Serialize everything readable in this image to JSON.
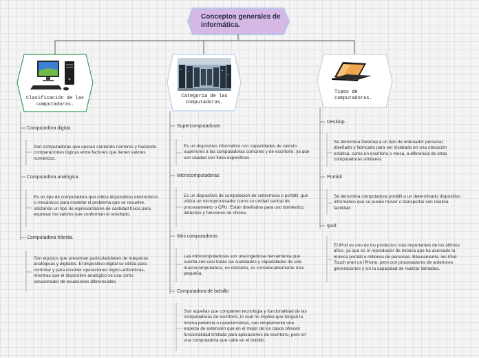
{
  "title": "Conceptos generales de informática.",
  "categories": [
    {
      "label": "Clasificación de las computadoras.",
      "image_icon": "desktop-computer-icon",
      "items": [
        {
          "label": "Computadora digital.",
          "description": "Son computadoras que operan contando números y haciendo comparaciones lógicas entre factores que tienen valores numéricos."
        },
        {
          "label": "Computadora analógica.",
          "description": "Es un tipo de computadora que utiliza dispositivos electrónicos o mecánicos para modelar el problema que se resuelve, utilizando un tipo de representación de cantidad física para expresar los valores que conforman el resultado."
        },
        {
          "label": "Computadora híbrida.",
          "description": "Son equipos que presentan particularidades de máquinas analógicas y digitales. El dispositivo digital se utiliza para controlar y para resolver operaciones lógico-aritméticas, mientras que el dispositivo analógico se usa como solucionador de ecuaciones diferenciales."
        }
      ]
    },
    {
      "label": "Categoría de las computadoras.",
      "image_icon": "server-room-icon",
      "items": [
        {
          "label": "Supercomputadoras",
          "description": "Es un dispositivo informático con capacidades de cálculo superiores a las computadoras comunes y de escritorio, ya que son usadas con fines específicos."
        },
        {
          "label": "Microcomputadoras",
          "description": "Es un dispositivo de computación de sobremesa o portátil, que utiliza un microprocesador como su unidad central de procesamiento o CPU. Están diseñados para uso doméstico, didáctico y funciones de oficina."
        },
        {
          "label": "Mini computadoras",
          "description": "Las minicomputadoras son una ingeniosa herramienta que cuenta con casi todas las cualidades y capacidades de una macrocomputadora, no obstante, es considerablemente más pequeña."
        },
        {
          "label": "Computadora de bolsillo",
          "description": "Son aquellas que comparten tecnología y funcionalidad de las computadoras de escritorio, lo cual no implica que tengan la misma potencia o características, son simplemente una especie de extensión que en el mejor de los casos ofrecen funcionalidad limitada para aplicaciones de escritorio, pero en una computadora que cabe en el bolsillo."
        }
      ]
    },
    {
      "label": "Tipos de computadoras.",
      "image_icon": "laptop-icon",
      "items": [
        {
          "label": "Desktop",
          "description": "Se denomina Desktop a un tipo de ordenador personal, diseñado y fabricado para ser instalado en una ubicación estática, como un escritorio o mesa, a diferencia de otras computadoras similares."
        },
        {
          "label": "Portátil",
          "description": "Se denomina computadora portátil a un determinado dispositivo informático que se puede mover o transportar con relativa facilidad."
        },
        {
          "label": "Ipod",
          "description": "El iPod es uno de los productos más importantes de los últimos años, ya que es el reproductor de música que ha acercado la música portátil a millones de personas. Básicamente, los iPod Touch eran un iPhone, pero con procesadores de anteriores generaciones y sin la capacidad de realizar llamadas."
        }
      ]
    }
  ],
  "colors": {
    "title_fill": "#d5b9e4",
    "title_border": "#b3c7ec",
    "cat1_border": "#3aa060",
    "cat2_border": "#b8d0ea",
    "cat3_border": "#cfcfcf",
    "connector": "#5a5a5a"
  }
}
